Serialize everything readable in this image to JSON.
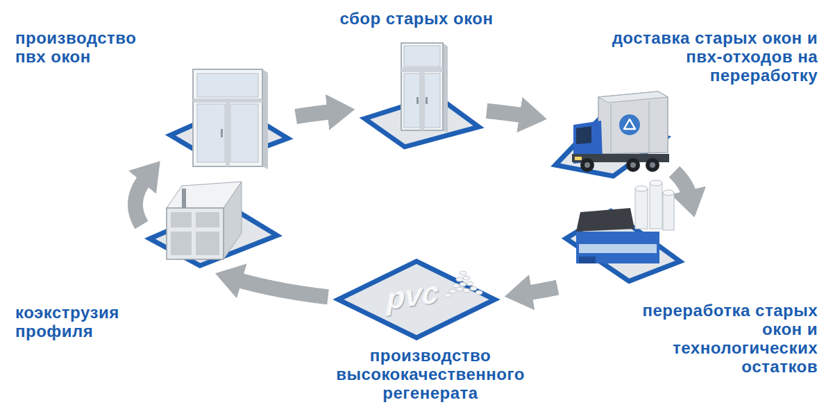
{
  "diagram": {
    "nodes": [
      {
        "text": [
          "сбор старых окон"
        ]
      },
      {
        "text": [
          "доставка старых окон и пвх-отходов на переработку"
        ]
      },
      {
        "text": [
          "переработка старых окон и технологических остатков"
        ]
      },
      {
        "text": [
          "производство высококачественного регенерата"
        ]
      },
      {
        "text": [
          "коэкструзия профиля"
        ]
      },
      {
        "text": [
          "производство пвх окон"
        ]
      }
    ],
    "edges": [
      {
        "from": 0,
        "to": 1,
        "arrow": "to"
      },
      {
        "from": 1,
        "to": 2,
        "arrow": "to"
      },
      {
        "from": 2,
        "to": 3,
        "arrow": "to"
      },
      {
        "from": 3,
        "to": 4,
        "arrow": "to"
      },
      {
        "from": 4,
        "to": 5,
        "arrow": "to"
      },
      {
        "from": 5,
        "to": 0,
        "arrow": "to"
      }
    ],
    "labels": [
      "pvc"
    ]
  }
}
